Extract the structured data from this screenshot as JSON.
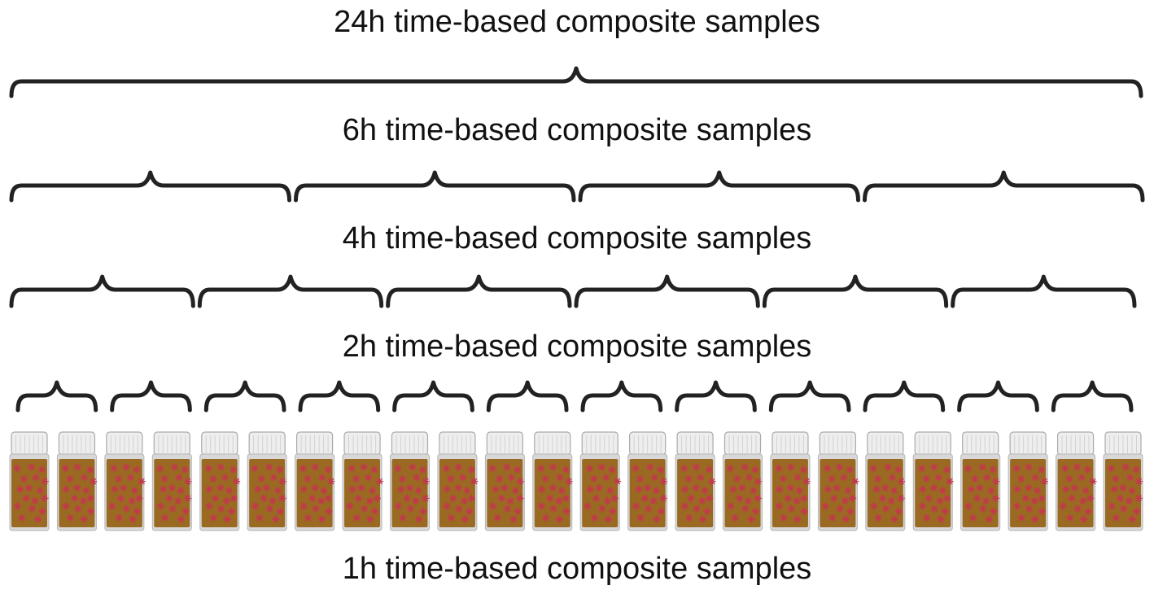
{
  "labels": {
    "h24": "24h time-based composite samples",
    "h6": "6h time-based composite samples",
    "h4": "4h time-based composite samples",
    "h2": "2h time-based composite samples",
    "h1": "1h time-based composite samples"
  },
  "grouping": {
    "h24": 1,
    "h6": 4,
    "h4": 6,
    "h2": 12,
    "h1": 24
  },
  "icons": {
    "brace": "curly-brace-icon",
    "vial": "sample-vial-icon",
    "particle": "virus-particle-icon"
  },
  "colors": {
    "text": "#111111",
    "brace": "#222222",
    "cap": "#eeeeee",
    "cap_stroke": "#aaaaaa",
    "liquid": "#9b6a22",
    "glass": "#d8d8d8",
    "particle": "#c2394c"
  }
}
